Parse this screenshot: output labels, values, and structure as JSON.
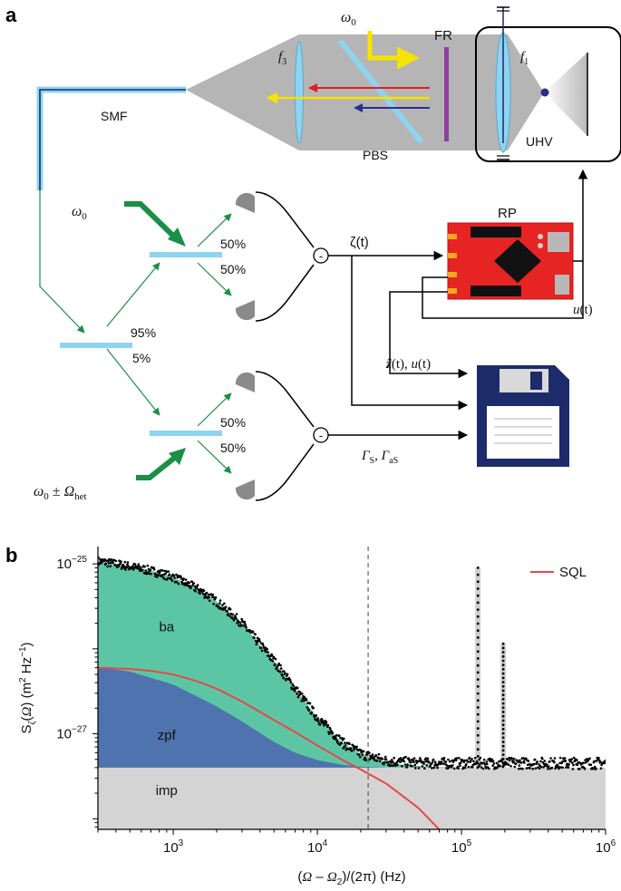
{
  "panel_a": {
    "letter": "a",
    "labels": {
      "omega0_top": "ω",
      "omega0_top_sub": "0",
      "fr": "FR",
      "f3": "f",
      "f3_sub": "3",
      "f1": "f",
      "f1_sub": "1",
      "smf": "SMF",
      "pbs": "PBS",
      "uhv": "UHV",
      "omega0_left": "ω",
      "omega0_left_sub": "0",
      "split_top_a": "50%",
      "split_top_b": "50%",
      "split_mid_a": "95%",
      "split_mid_b": "5%",
      "split_bot_a": "50%",
      "split_bot_b": "50%",
      "omega_het": "ω",
      "omega_het_sub0": "0",
      "omega_het_pm": " ± ",
      "omega_het_big": "Ω",
      "omega_het_sub": "het",
      "zeta": "ζ(t)",
      "rp": "RP",
      "u_t_a": "u",
      "u_t_b": "(t)",
      "z_hat": "ẑ",
      "z_t": "(t), ",
      "u2": "u",
      "u2_t": "(t)",
      "gamma_s": "Γ",
      "gamma_s_sub": "S",
      "gamma_sep": ",  ",
      "gamma_as": "Γ",
      "gamma_as_sub": "aS",
      "minus": "-"
    },
    "colors": {
      "beam_gray": "#a8a8a8",
      "green": "#1a8f45",
      "yellow": "#f5e400",
      "red": "#e31b23",
      "navy": "#2a2f8f",
      "optic_blue": "#8ed4f0",
      "purple": "#8e3fa0",
      "rp_red": "#e62424",
      "floppy_navy": "#1e2b6b"
    }
  },
  "panel_b": {
    "letter": "b",
    "chart_data": {
      "type": "area",
      "x_scale": "log",
      "y_scale": "log",
      "xlim": [
        300,
        1000000
      ],
      "ylim": [
        7.5e-29,
        1.6e-25
      ],
      "xlabel_parts": [
        "(",
        "Ω",
        " – ",
        "Ω",
        "2",
        ")/(2π) (Hz)"
      ],
      "ylabel_parts": [
        "S",
        "ζ",
        "(",
        "Ω",
        ") (m",
        "2",
        " Hz",
        "−1",
        ")"
      ],
      "x_ticks": [
        {
          "value": 1000,
          "base": "10",
          "exp": "3"
        },
        {
          "value": 10000,
          "base": "10",
          "exp": "4"
        },
        {
          "value": 100000,
          "base": "10",
          "exp": "5"
        },
        {
          "value": 1000000,
          "base": "10",
          "exp": "6"
        }
      ],
      "y_ticks": [
        {
          "value": 1e-25,
          "base": "10",
          "exp": "−25"
        },
        {
          "value": 1e-27,
          "base": "10",
          "exp": "−27"
        }
      ],
      "imp_level": 4e-28,
      "vline_x": 22500,
      "legend": {
        "label": "SQL",
        "position": "top-right"
      },
      "region_labels": [
        {
          "text": "ba",
          "x": 900,
          "y": 1.6e-26
        },
        {
          "text": "zpf",
          "x": 900,
          "y": 8.5e-28
        },
        {
          "text": "imp",
          "x": 900,
          "y": 1.9e-28
        }
      ],
      "series": [
        {
          "name": "imp",
          "color": "#d4d4d4",
          "x": [
            300,
            1000000
          ],
          "y": [
            4e-28,
            4e-28
          ]
        },
        {
          "name": "zpf",
          "color": "#4f73ae",
          "x": [
            300,
            500,
            1000,
            2000,
            3000,
            5000,
            7000,
            10000,
            15000,
            20000,
            30000,
            1000000
          ],
          "y": [
            6.1e-27,
            5.4e-27,
            3.8e-27,
            2.1e-27,
            1.4e-27,
            8e-28,
            6e-28,
            4.9e-28,
            4.3e-28,
            4.1e-28,
            4e-28,
            4e-28
          ]
        },
        {
          "name": "ba",
          "color": "#5cc6a4",
          "x": [
            300,
            500,
            700,
            1000,
            1500,
            2000,
            3000,
            5000,
            7000,
            10000,
            15000,
            20000,
            30000,
            40000,
            60000,
            100000,
            1000000
          ],
          "y": [
            1.05e-25,
            9.3e-26,
            8.3e-26,
            7e-26,
            5e-26,
            3.6e-26,
            2e-26,
            7.2e-27,
            3.4e-27,
            1.55e-27,
            7.8e-28,
            5.8e-28,
            4.6e-28,
            4.3e-28,
            4.1e-28,
            4e-28,
            4e-28
          ]
        },
        {
          "name": "SQL",
          "color": "#e8474a",
          "x": [
            300,
            500,
            700,
            1000,
            1500,
            2000,
            3000,
            5000,
            7000,
            10000,
            15000,
            20000,
            30000,
            50000,
            70000
          ],
          "y": [
            6e-27,
            5.8e-27,
            5.5e-27,
            5e-27,
            4.1e-27,
            3.4e-27,
            2.4e-27,
            1.45e-27,
            1.05e-27,
            7.3e-28,
            4.9e-28,
            3.8e-28,
            2.6e-28,
            1.35e-28,
            7.5e-29
          ]
        },
        {
          "name": "measured",
          "color": "#000000",
          "x": [
            300,
            400,
            500,
            700,
            1000,
            1500,
            2000,
            3000,
            5000,
            7000,
            10000,
            15000,
            20000,
            30000,
            50000,
            100000,
            300000,
            1000000
          ],
          "y": [
            1.08e-25,
            1e-25,
            9.3e-26,
            8.3e-26,
            7e-26,
            5e-26,
            3.6e-26,
            2e-26,
            7.2e-27,
            3.4e-27,
            1.55e-27,
            7.8e-28,
            5.8e-28,
            4.8e-28,
            4.5e-28,
            4.5e-28,
            4.5e-28,
            4.5e-28
          ]
        }
      ],
      "spikes": [
        {
          "x": 130000,
          "y_top": 9e-26
        },
        {
          "x": 195000,
          "y_top": 1.15e-26
        }
      ]
    }
  }
}
